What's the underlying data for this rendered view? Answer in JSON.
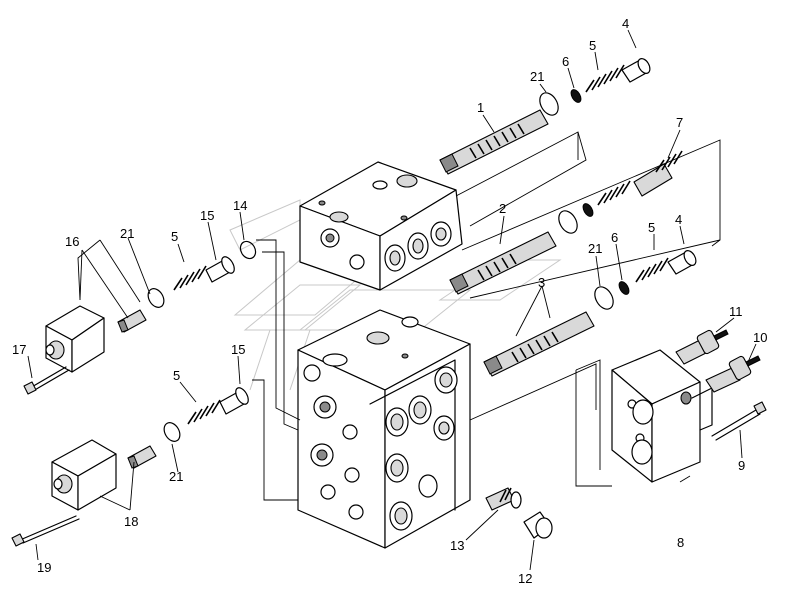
{
  "callouts": [
    {
      "id": "c1",
      "text": "1"
    },
    {
      "id": "c2",
      "text": "2"
    },
    {
      "id": "c3",
      "text": "3"
    },
    {
      "id": "c4a",
      "text": "4"
    },
    {
      "id": "c4b",
      "text": "4"
    },
    {
      "id": "c5a",
      "text": "5"
    },
    {
      "id": "c5b",
      "text": "5"
    },
    {
      "id": "c5c",
      "text": "5"
    },
    {
      "id": "c5d",
      "text": "5"
    },
    {
      "id": "c6a",
      "text": "6"
    },
    {
      "id": "c6b",
      "text": "6"
    },
    {
      "id": "c7",
      "text": "7"
    },
    {
      "id": "c8",
      "text": "8"
    },
    {
      "id": "c9",
      "text": "9"
    },
    {
      "id": "c10",
      "text": "10"
    },
    {
      "id": "c11",
      "text": "11"
    },
    {
      "id": "c12",
      "text": "12"
    },
    {
      "id": "c13",
      "text": "13"
    },
    {
      "id": "c14",
      "text": "14"
    },
    {
      "id": "c15a",
      "text": "15"
    },
    {
      "id": "c15b",
      "text": "15"
    },
    {
      "id": "c16",
      "text": "16"
    },
    {
      "id": "c17",
      "text": "17"
    },
    {
      "id": "c18",
      "text": "18"
    },
    {
      "id": "c19",
      "text": "19"
    },
    {
      "id": "c21a",
      "text": "21"
    },
    {
      "id": "c21b",
      "text": "21"
    },
    {
      "id": "c21c",
      "text": "21"
    },
    {
      "id": "c21d",
      "text": "21"
    }
  ]
}
